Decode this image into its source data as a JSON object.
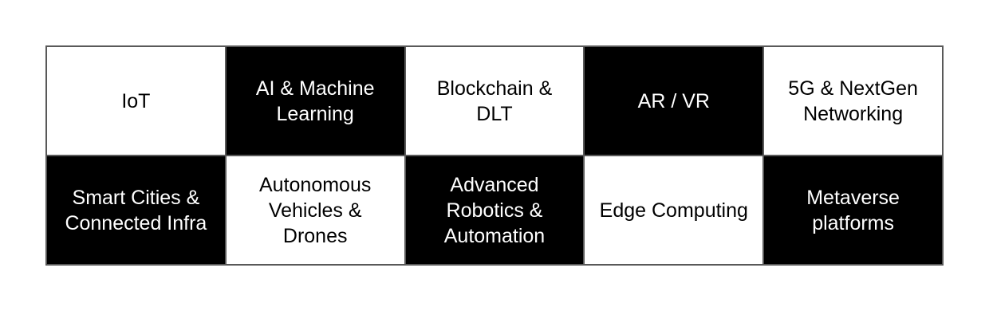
{
  "table": {
    "name": "emerging-technology-categories",
    "rows": [
      {
        "cells": [
          {
            "label": "IoT",
            "variant": "light"
          },
          {
            "label": "AI & Machine\nLearning",
            "variant": "dark"
          },
          {
            "label": "Blockchain &\nDLT",
            "variant": "light"
          },
          {
            "label": "AR / VR",
            "variant": "dark"
          },
          {
            "label": "5G & NextGen\nNetworking",
            "variant": "light"
          }
        ]
      },
      {
        "cells": [
          {
            "label": "Smart Cities &\nConnected Infra",
            "variant": "dark"
          },
          {
            "label": "Autonomous\nVehicles &\nDrones",
            "variant": "light"
          },
          {
            "label": "Advanced\nRobotics &\nAutomation",
            "variant": "dark"
          },
          {
            "label": "Edge Computing",
            "variant": "light"
          },
          {
            "label": "Metaverse\nplatforms",
            "variant": "dark"
          }
        ]
      }
    ]
  },
  "colors": {
    "canvas_background": "#ffffff",
    "cell_dark_background": "#000000",
    "cell_light_background": "#ffffff",
    "text_on_dark": "#ffffff",
    "text_on_light": "#000000",
    "border": "#595959"
  }
}
